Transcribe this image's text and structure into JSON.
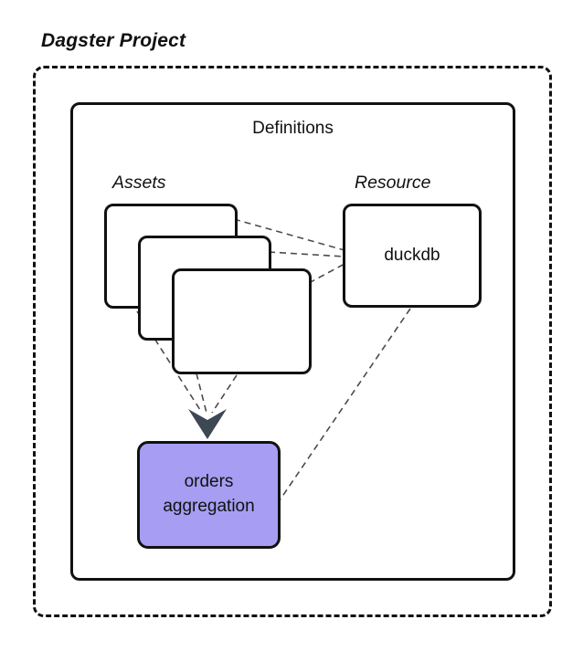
{
  "diagram": {
    "title": "Dagster Project",
    "container_label": "Definitions",
    "groups": {
      "assets": {
        "label": "Assets"
      },
      "resource": {
        "label": "Resource"
      }
    },
    "nodes": {
      "duckdb": {
        "label": "duckdb"
      },
      "orders": {
        "label": "orders aggregation"
      }
    },
    "colors": {
      "background": "#ffffff",
      "node_border": "#111111",
      "orders_fill": "#a79df2",
      "connector": "#4b4b4b",
      "arrowhead": "#3e4754"
    }
  }
}
